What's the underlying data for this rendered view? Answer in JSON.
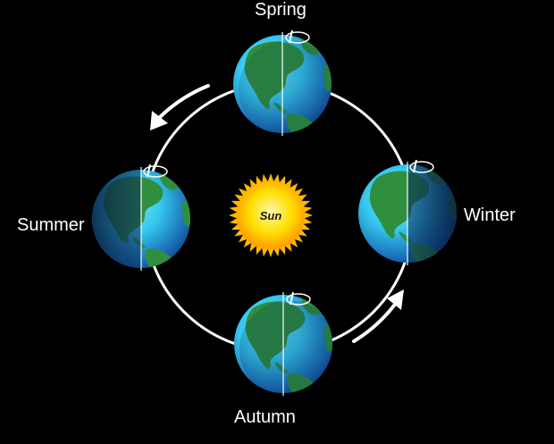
{
  "sun": {
    "label": "Sun"
  },
  "seasons": {
    "spring": "Spring",
    "summer": "Summer",
    "winter": "Winter",
    "autumn": "Autumn"
  },
  "colors": {
    "background": "#000000",
    "orbit": "#ffffff",
    "sun_core": "#ffe000",
    "sun_edge": "#ff9a00",
    "ocean_light": "#35d0f0",
    "ocean_dark": "#0f5aa6",
    "land": "#2f8f3e",
    "night_side": "#0a2b5a"
  },
  "icons": {
    "direction_arrows": "curved-arrow-icon",
    "axis_rotation": "rotation-ring-icon"
  }
}
